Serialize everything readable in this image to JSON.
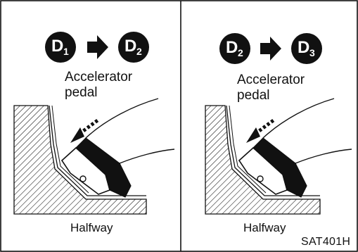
{
  "figure_code": "SAT401H",
  "panels": [
    {
      "from_gear": {
        "letter": "D",
        "number": "1"
      },
      "to_gear": {
        "letter": "D",
        "number": "2"
      },
      "label_line1": "Accelerator",
      "label_line2": "pedal",
      "caption": "Halfway"
    },
    {
      "from_gear": {
        "letter": "D",
        "number": "2"
      },
      "to_gear": {
        "letter": "D",
        "number": "3"
      },
      "label_line1": "Accelerator",
      "label_line2": "pedal",
      "caption": "Halfway"
    }
  ],
  "icons": {
    "transition_arrow": "right-arrow-icon",
    "press_arrow": "press-down-arrow-icon",
    "pedal": "accelerator-pedal-icon"
  }
}
